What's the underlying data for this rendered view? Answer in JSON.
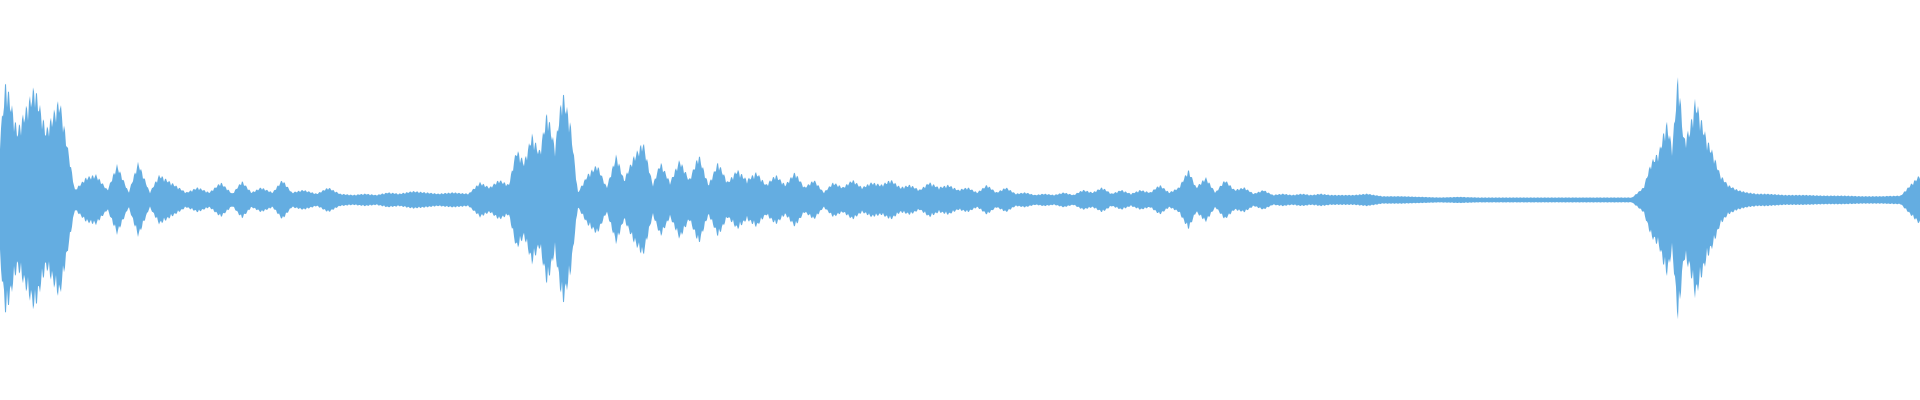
{
  "waveform": {
    "color": "#64ade1",
    "background": "#ffffff",
    "envelope": [
      [
        0.0,
        0.5
      ],
      [
        0.3,
        0.95
      ],
      [
        0.9,
        0.55
      ],
      [
        1.8,
        0.9
      ],
      [
        2.4,
        0.55
      ],
      [
        3.1,
        0.8
      ],
      [
        3.9,
        0.08
      ],
      [
        4.5,
        0.18
      ],
      [
        5.0,
        0.2
      ],
      [
        5.6,
        0.08
      ],
      [
        6.1,
        0.28
      ],
      [
        6.7,
        0.06
      ],
      [
        7.2,
        0.3
      ],
      [
        7.8,
        0.06
      ],
      [
        8.3,
        0.2
      ],
      [
        9.1,
        0.12
      ],
      [
        9.7,
        0.06
      ],
      [
        10.3,
        0.1
      ],
      [
        10.9,
        0.06
      ],
      [
        11.5,
        0.14
      ],
      [
        12.1,
        0.05
      ],
      [
        12.6,
        0.15
      ],
      [
        13.1,
        0.06
      ],
      [
        13.6,
        0.1
      ],
      [
        14.2,
        0.06
      ],
      [
        14.7,
        0.16
      ],
      [
        15.2,
        0.06
      ],
      [
        15.8,
        0.08
      ],
      [
        16.5,
        0.05
      ],
      [
        17.1,
        0.1
      ],
      [
        17.7,
        0.05
      ],
      [
        18.4,
        0.04
      ],
      [
        19.0,
        0.05
      ],
      [
        19.6,
        0.04
      ],
      [
        20.2,
        0.06
      ],
      [
        20.8,
        0.05
      ],
      [
        21.5,
        0.07
      ],
      [
        22.2,
        0.06
      ],
      [
        22.8,
        0.05
      ],
      [
        23.6,
        0.06
      ],
      [
        24.4,
        0.05
      ],
      [
        25.0,
        0.14
      ],
      [
        25.5,
        0.1
      ],
      [
        26.0,
        0.16
      ],
      [
        26.5,
        0.12
      ],
      [
        26.9,
        0.4
      ],
      [
        27.3,
        0.3
      ],
      [
        27.7,
        0.52
      ],
      [
        28.1,
        0.38
      ],
      [
        28.5,
        0.7
      ],
      [
        28.9,
        0.42
      ],
      [
        29.3,
        0.86
      ],
      [
        29.7,
        0.62
      ],
      [
        30.1,
        0.06
      ],
      [
        30.6,
        0.2
      ],
      [
        31.1,
        0.28
      ],
      [
        31.6,
        0.1
      ],
      [
        32.1,
        0.36
      ],
      [
        32.5,
        0.16
      ],
      [
        33.0,
        0.34
      ],
      [
        33.5,
        0.46
      ],
      [
        34.0,
        0.12
      ],
      [
        34.4,
        0.3
      ],
      [
        34.9,
        0.14
      ],
      [
        35.4,
        0.32
      ],
      [
        35.9,
        0.16
      ],
      [
        36.4,
        0.36
      ],
      [
        36.9,
        0.12
      ],
      [
        37.4,
        0.3
      ],
      [
        37.9,
        0.14
      ],
      [
        38.4,
        0.24
      ],
      [
        38.9,
        0.16
      ],
      [
        39.4,
        0.22
      ],
      [
        39.9,
        0.12
      ],
      [
        40.4,
        0.2
      ],
      [
        40.9,
        0.12
      ],
      [
        41.4,
        0.22
      ],
      [
        41.9,
        0.1
      ],
      [
        42.4,
        0.16
      ],
      [
        42.9,
        0.06
      ],
      [
        43.4,
        0.14
      ],
      [
        43.9,
        0.1
      ],
      [
        44.4,
        0.16
      ],
      [
        44.9,
        0.1
      ],
      [
        45.4,
        0.14
      ],
      [
        45.9,
        0.12
      ],
      [
        46.4,
        0.16
      ],
      [
        46.9,
        0.1
      ],
      [
        47.4,
        0.12
      ],
      [
        47.9,
        0.08
      ],
      [
        48.4,
        0.14
      ],
      [
        48.9,
        0.1
      ],
      [
        49.4,
        0.12
      ],
      [
        49.9,
        0.08
      ],
      [
        50.4,
        0.1
      ],
      [
        50.9,
        0.06
      ],
      [
        51.4,
        0.12
      ],
      [
        51.9,
        0.06
      ],
      [
        52.4,
        0.1
      ],
      [
        52.9,
        0.05
      ],
      [
        53.4,
        0.06
      ],
      [
        53.9,
        0.04
      ],
      [
        54.4,
        0.05
      ],
      [
        54.9,
        0.04
      ],
      [
        55.4,
        0.06
      ],
      [
        55.9,
        0.04
      ],
      [
        56.4,
        0.08
      ],
      [
        56.9,
        0.06
      ],
      [
        57.4,
        0.1
      ],
      [
        57.9,
        0.05
      ],
      [
        58.4,
        0.08
      ],
      [
        58.9,
        0.05
      ],
      [
        59.4,
        0.08
      ],
      [
        59.9,
        0.06
      ],
      [
        60.4,
        0.12
      ],
      [
        60.9,
        0.06
      ],
      [
        61.4,
        0.1
      ],
      [
        61.9,
        0.24
      ],
      [
        62.3,
        0.1
      ],
      [
        62.8,
        0.18
      ],
      [
        63.3,
        0.06
      ],
      [
        63.8,
        0.16
      ],
      [
        64.3,
        0.08
      ],
      [
        64.8,
        0.1
      ],
      [
        65.3,
        0.05
      ],
      [
        65.8,
        0.08
      ],
      [
        66.3,
        0.04
      ],
      [
        66.8,
        0.05
      ],
      [
        67.3,
        0.04
      ],
      [
        67.8,
        0.05
      ],
      [
        68.3,
        0.04
      ],
      [
        68.8,
        0.05
      ],
      [
        69.3,
        0.04
      ],
      [
        69.8,
        0.04
      ],
      [
        70.5,
        0.04
      ],
      [
        71.2,
        0.05
      ],
      [
        72.0,
        0.03
      ],
      [
        73.0,
        0.03
      ],
      [
        74.0,
        0.025
      ],
      [
        75.0,
        0.02
      ],
      [
        76.0,
        0.025
      ],
      [
        77.0,
        0.02
      ],
      [
        78.0,
        0.02
      ],
      [
        79.0,
        0.02
      ],
      [
        80.0,
        0.02
      ],
      [
        81.0,
        0.02
      ],
      [
        82.0,
        0.02
      ],
      [
        83.0,
        0.02
      ],
      [
        84.0,
        0.02
      ],
      [
        85.0,
        0.02
      ],
      [
        85.6,
        0.1
      ],
      [
        86.0,
        0.3
      ],
      [
        86.4,
        0.38
      ],
      [
        86.8,
        0.62
      ],
      [
        87.1,
        0.42
      ],
      [
        87.4,
        1.0
      ],
      [
        87.7,
        0.48
      ],
      [
        88.0,
        0.56
      ],
      [
        88.3,
        0.8
      ],
      [
        88.6,
        0.64
      ],
      [
        88.9,
        0.48
      ],
      [
        89.2,
        0.38
      ],
      [
        89.6,
        0.2
      ],
      [
        90.0,
        0.12
      ],
      [
        90.5,
        0.08
      ],
      [
        91.0,
        0.06
      ],
      [
        91.5,
        0.05
      ],
      [
        92.0,
        0.05
      ],
      [
        93.0,
        0.04
      ],
      [
        94.0,
        0.04
      ],
      [
        95.0,
        0.035
      ],
      [
        96.0,
        0.035
      ],
      [
        97.0,
        0.03
      ],
      [
        98.0,
        0.03
      ],
      [
        99.0,
        0.035
      ],
      [
        99.5,
        0.12
      ],
      [
        100.0,
        0.2
      ]
    ]
  }
}
